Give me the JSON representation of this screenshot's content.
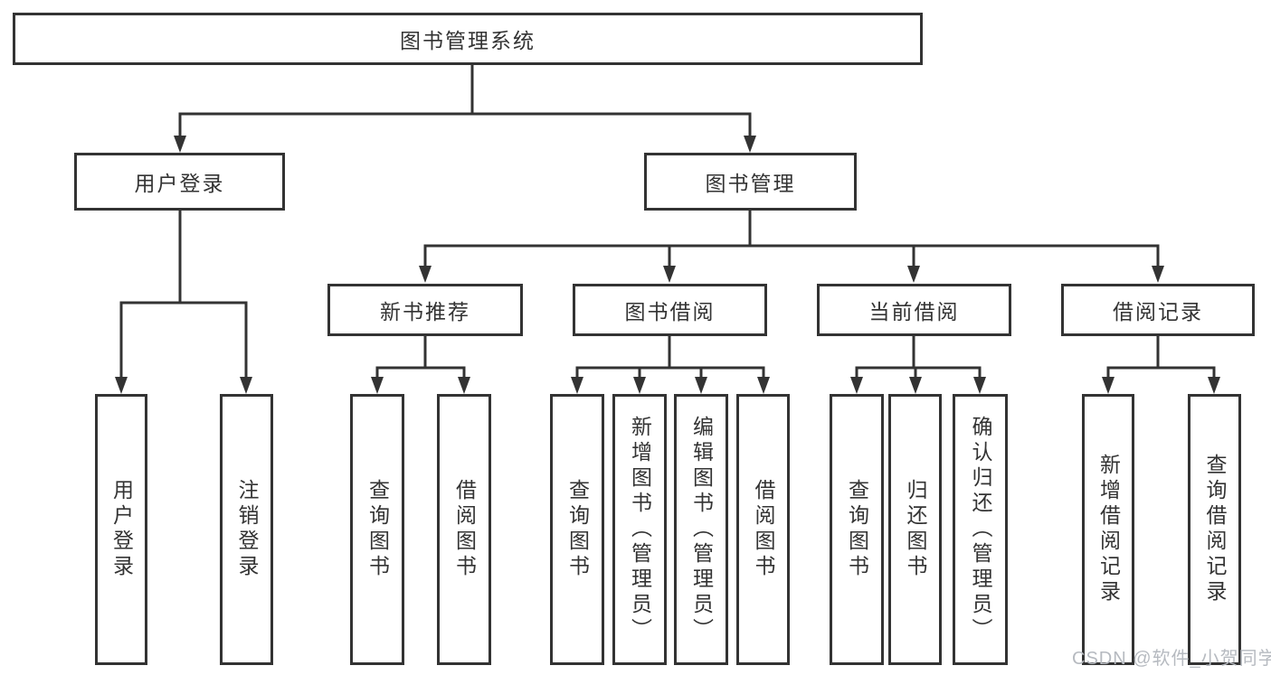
{
  "diagram": {
    "nodes": {
      "root": "图书管理系统",
      "user_login": "用户登录",
      "book_mgmt": "图书管理",
      "new_book_rec": "新书推荐",
      "book_borrow": "图书借阅",
      "current_borrow": "当前借阅",
      "borrow_records": "借阅记录",
      "ul_login": "用户登录",
      "ul_logout": "注销登录",
      "nb_query": "查询图书",
      "nb_borrow": "借阅图书",
      "bb_query": "查询图书",
      "bb_add": "新增图书（管理员）",
      "bb_edit": "编辑图书（管理员）",
      "bb_borrow": "借阅图书",
      "cb_query": "查询图书",
      "cb_return": "归还图书",
      "cb_confirm": "确认归还（管理员）",
      "br_add": "新增借阅记录",
      "br_query": "查询借阅记录"
    },
    "colors": {
      "line": "#333333",
      "text": "#333333",
      "box_background": "#ffffff",
      "watermark": "#b6bac0"
    }
  },
  "watermark": {
    "text": "CSDN @软件_小贺同学"
  }
}
